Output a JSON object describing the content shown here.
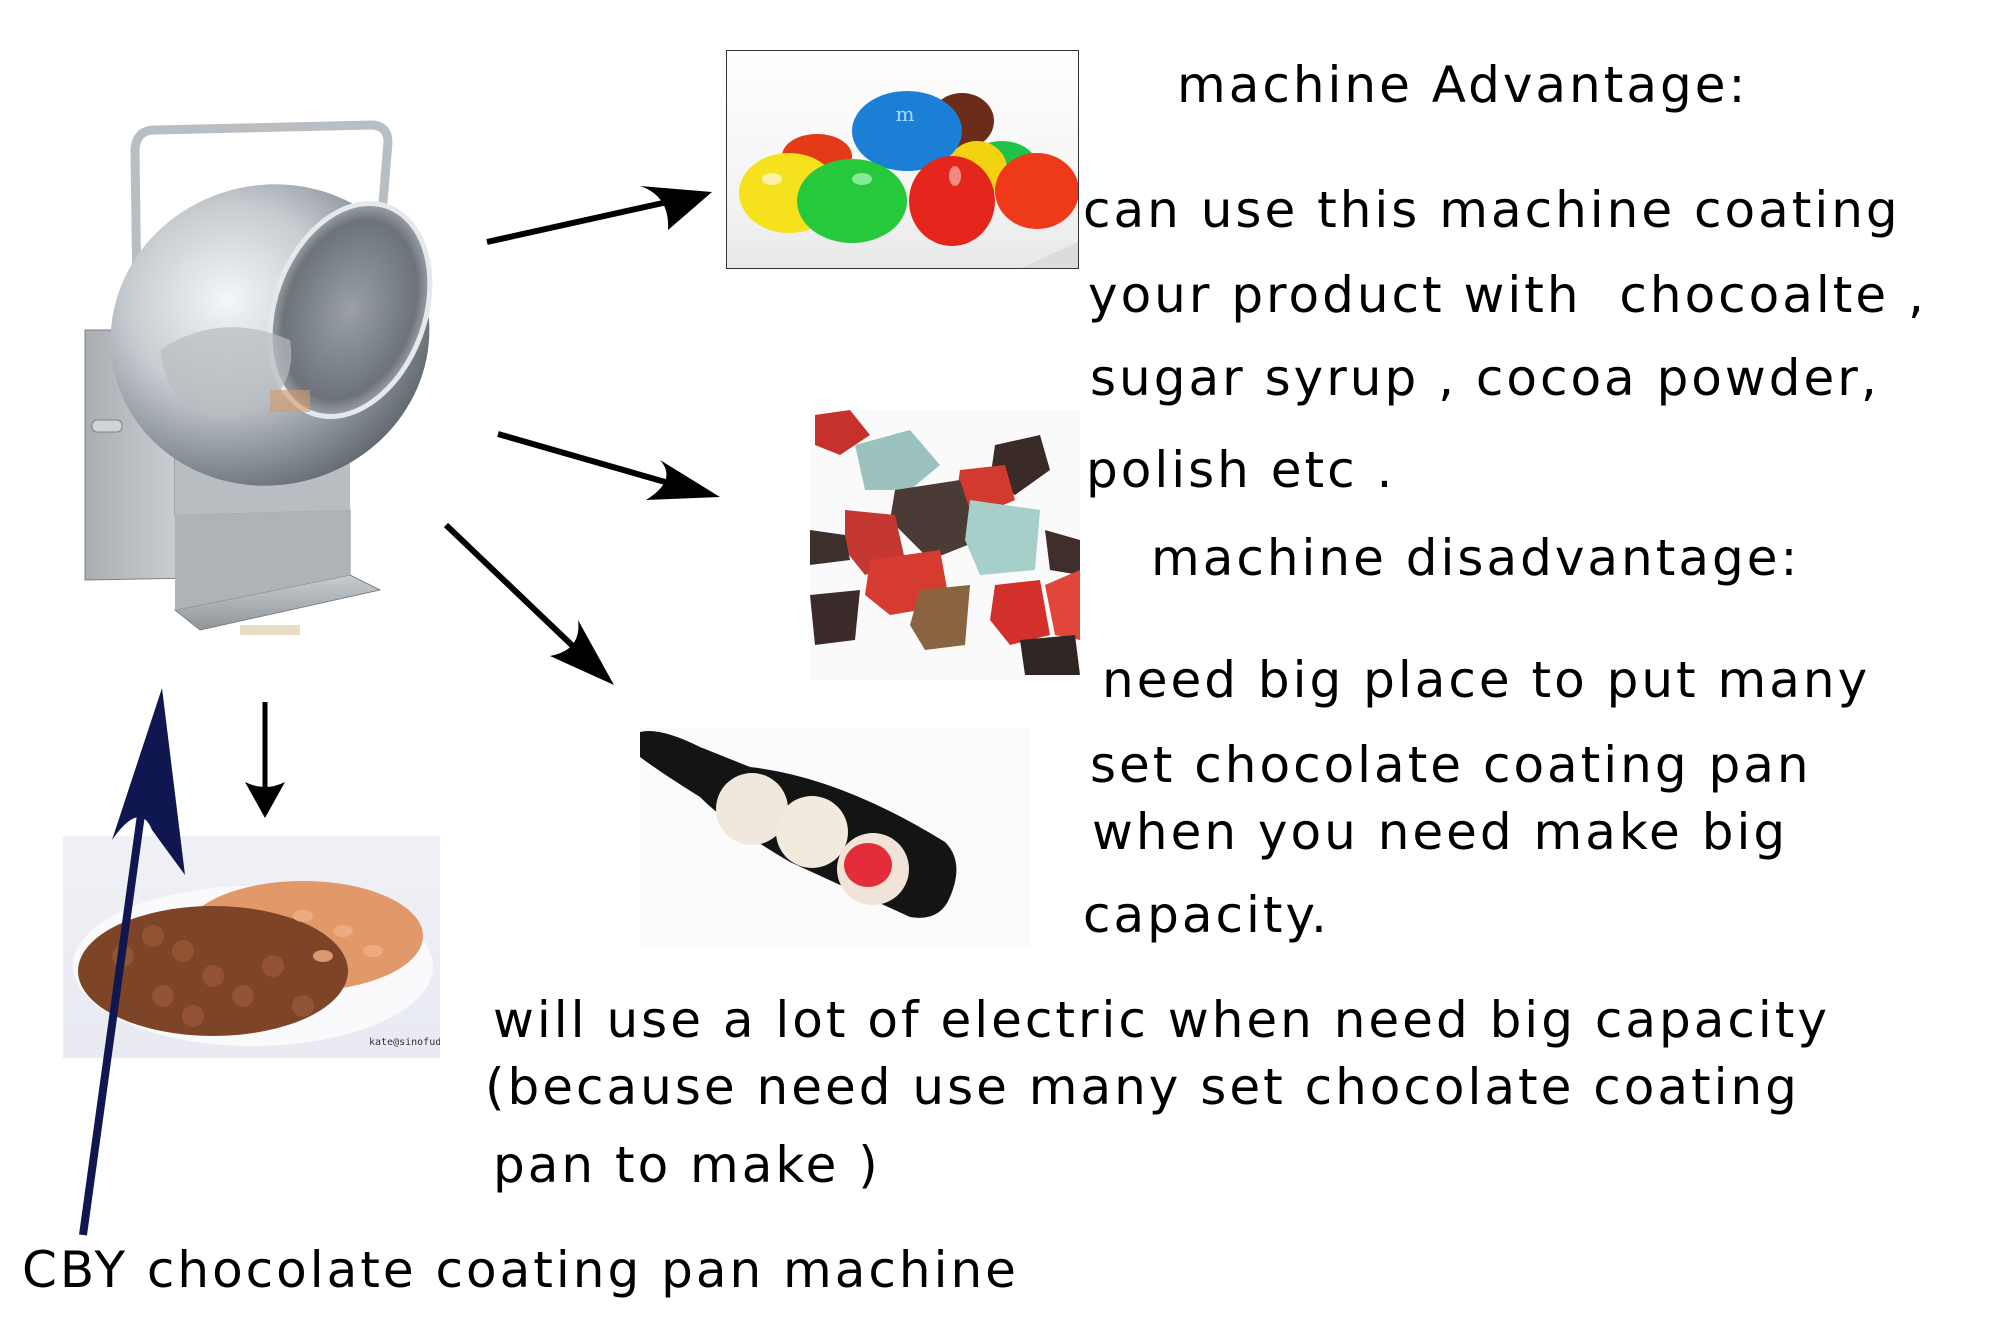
{
  "advantage": {
    "heading": "machine Advantage:",
    "lines": [
      "can use this machine coating",
      "your product with  chocoalte ,",
      "sugar syrup , cocoa powder,",
      "polish etc ."
    ]
  },
  "disadvantage": {
    "heading": "machine disadvantage:",
    "lines": [
      "need big place to put many",
      "set chocolate coating pan",
      "when you need make big",
      "capacity."
    ]
  },
  "electric_note": {
    "lines": [
      "will use a lot of electric when need big capacity",
      "(because need use many set chocolate coating",
      "pan to make )"
    ]
  },
  "machine_caption": "CBY chocolate coating pan machine",
  "images": {
    "machine": "chocolate-coating-pan-machine-photo",
    "candies": "colorful-coated-chocolate-candies-photo",
    "stones": "coated-chocolate-stones-photo",
    "spoon": "white-coated-balls-on-spoon-photo",
    "bowl": "chocolate-coated-peanuts-bowl-photo",
    "bowl_watermark": "kate@sinofude.com",
    "candy_logo": "m"
  },
  "colors": {
    "arrow_black": "#000000",
    "arrow_navy": "#0f1650",
    "text": "#000000",
    "background": "#ffffff"
  }
}
